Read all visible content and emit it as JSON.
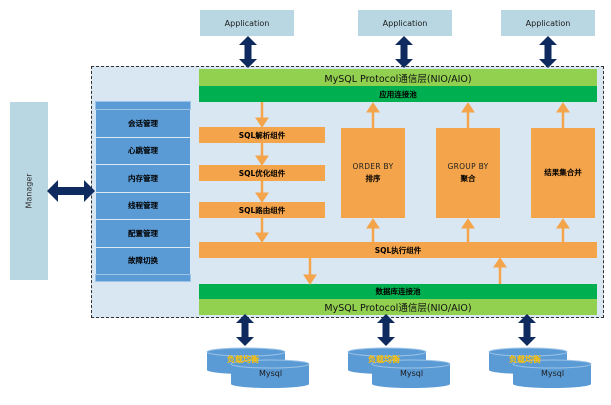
{
  "applications": [
    {
      "label": "Application"
    },
    {
      "label": "Application"
    },
    {
      "label": "Application"
    }
  ],
  "manager": {
    "label": "Manager"
  },
  "top_protocol": {
    "label": "MySQL Protocol通信层(NIO/AIO)"
  },
  "app_pool": {
    "label": "应用连接池"
  },
  "management_modules": [
    {
      "label": "会话管理"
    },
    {
      "label": "心跳管理"
    },
    {
      "label": "内存管理"
    },
    {
      "label": "线程管理"
    },
    {
      "label": "配置管理"
    },
    {
      "label": "故障切换"
    }
  ],
  "sql_pipeline": [
    {
      "label": "SQL解析组件"
    },
    {
      "label": "SQL优化组件"
    },
    {
      "label": "SQL路由组件"
    }
  ],
  "result_processors": [
    {
      "en": "ORDER BY",
      "zh": "排序"
    },
    {
      "en": "GROUP BY",
      "zh": "聚合"
    },
    {
      "en": "",
      "zh": "结果集合并"
    }
  ],
  "executor": {
    "label": "SQL执行组件"
  },
  "db_pool": {
    "label": "数据库连接池"
  },
  "bottom_protocol": {
    "label": "MySQL Protocol通信层(NIO/AIO)"
  },
  "databases": [
    {
      "tag": "负载均衡",
      "label": "Mysql"
    },
    {
      "tag": "负载均衡",
      "label": "Mysql"
    },
    {
      "tag": "负载均衡",
      "label": "Mysql"
    }
  ],
  "colors": {
    "navy_arrow": "#0f2a5e",
    "orange_arrow": "#f4a44a",
    "light_green": "#92d050",
    "green": "#00b050",
    "orange": "#f4a44a",
    "blue": "#5b9bd5",
    "frame_bg": "#d9e7f3",
    "app_bg": "#b9d7e3"
  }
}
